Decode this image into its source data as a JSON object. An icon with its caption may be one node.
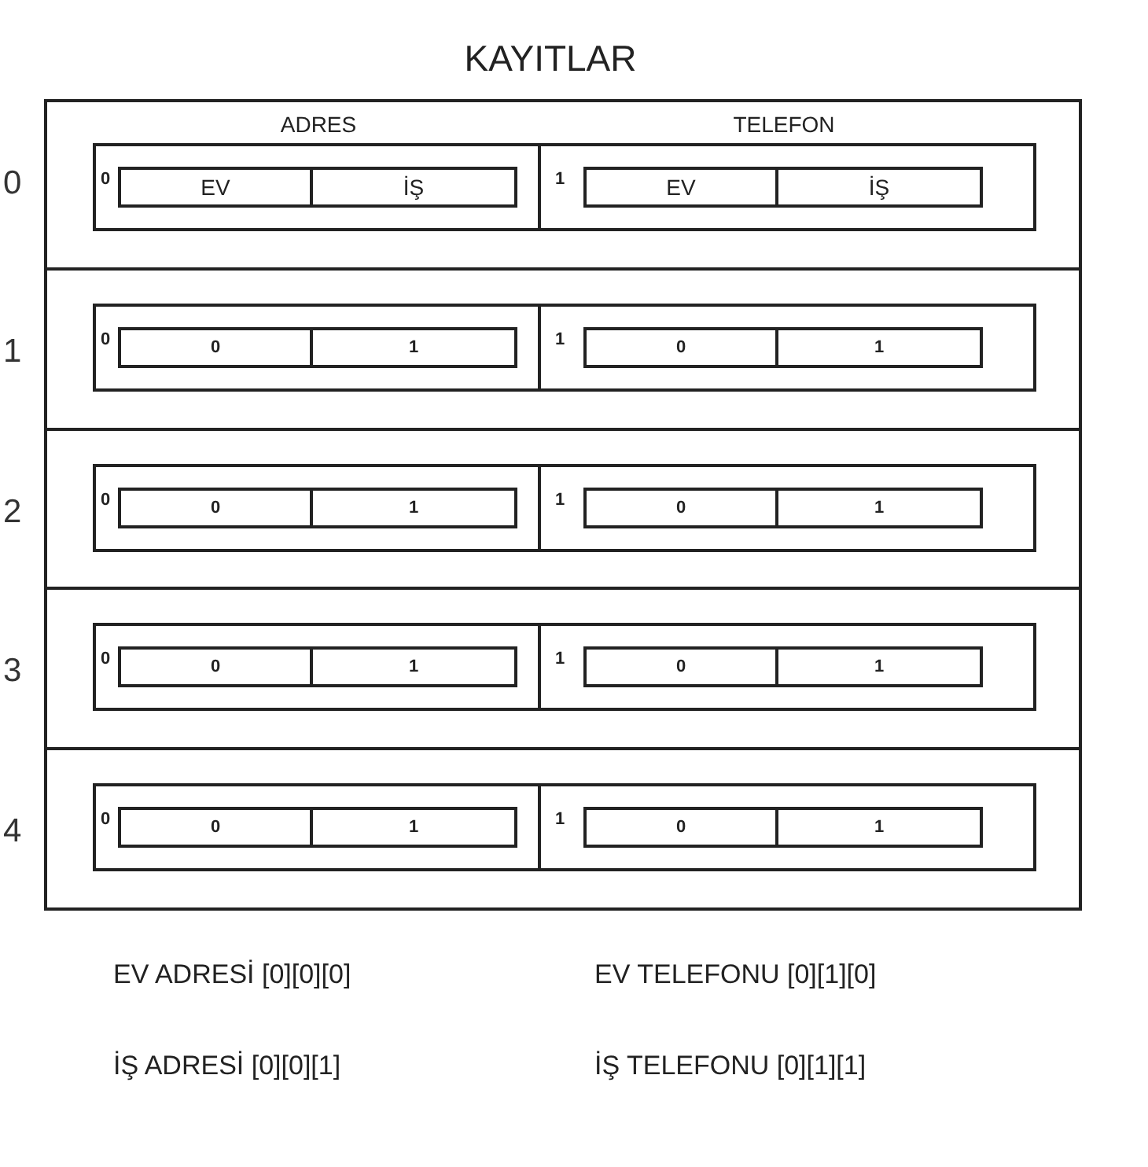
{
  "diagram": {
    "title": "KAYITLAR",
    "nodes": [
      {
        "text": [],
        "shape": "box"
      },
      {
        "text": [],
        "shape": "box",
        "in": 0,
        "beside": [
          "0"
        ]
      },
      {
        "text": [],
        "shape": "box",
        "in": 1
      },
      {
        "text": [
          "ADRES",
          "0"
        ],
        "in": 2
      },
      {
        "text": [
          "EV"
        ],
        "in": 3
      },
      {
        "text": [
          "İŞ"
        ],
        "in": 3
      },
      {
        "text": [
          "TELEFON",
          "1"
        ],
        "in": 2
      },
      {
        "text": [
          "EV"
        ],
        "in": 6
      },
      {
        "text": [
          "İŞ"
        ],
        "in": 6
      },
      {
        "text": [],
        "shape": "box",
        "in": 0,
        "beside": [
          "1"
        ]
      },
      {
        "text": [],
        "shape": "box",
        "in": 9
      },
      {
        "text": [
          "0"
        ],
        "in": 10
      },
      {
        "text": [
          "0"
        ],
        "in": 11
      },
      {
        "text": [
          "1"
        ],
        "in": 11
      },
      {
        "text": [
          "1"
        ],
        "in": 10
      },
      {
        "text": [
          "0"
        ],
        "in": 14
      },
      {
        "text": [
          "1"
        ],
        "in": 14
      },
      {
        "text": [],
        "shape": "box",
        "in": 0,
        "beside": [
          "2"
        ]
      },
      {
        "text": [],
        "shape": "box",
        "in": 17
      },
      {
        "text": [
          "0"
        ],
        "in": 18
      },
      {
        "text": [
          "0"
        ],
        "in": 19
      },
      {
        "text": [
          "1"
        ],
        "in": 19
      },
      {
        "text": [
          "1"
        ],
        "in": 18
      },
      {
        "text": [
          "0"
        ],
        "in": 22
      },
      {
        "text": [
          "1"
        ],
        "in": 22
      },
      {
        "text": [],
        "shape": "box",
        "in": 0,
        "beside": [
          "3"
        ]
      },
      {
        "text": [],
        "shape": "box",
        "in": 25
      },
      {
        "text": [
          "0"
        ],
        "in": 26
      },
      {
        "text": [
          "0"
        ],
        "in": 27
      },
      {
        "text": [
          "1"
        ],
        "in": 27
      },
      {
        "text": [
          "1"
        ],
        "in": 26
      },
      {
        "text": [
          "0"
        ],
        "in": 30
      },
      {
        "text": [
          "1"
        ],
        "in": 30
      },
      {
        "text": [],
        "shape": "box",
        "in": 0,
        "beside": [
          "4"
        ]
      },
      {
        "text": [],
        "shape": "box",
        "in": 33
      },
      {
        "text": [
          "0"
        ],
        "in": 34
      },
      {
        "text": [
          "0"
        ],
        "in": 35
      },
      {
        "text": [
          "1"
        ],
        "in": 35
      },
      {
        "text": [
          "1"
        ],
        "in": 34
      },
      {
        "text": [
          "0"
        ],
        "in": 38
      },
      {
        "text": [
          "1"
        ],
        "in": 38
      }
    ],
    "labels": [
      "EV ADRESİ [0][0][0]",
      "EV TELEFONU [0][1][0]",
      "İŞ ADRESİ [0][0][1]",
      "İŞ TELEFONU [0][1][1]"
    ]
  }
}
